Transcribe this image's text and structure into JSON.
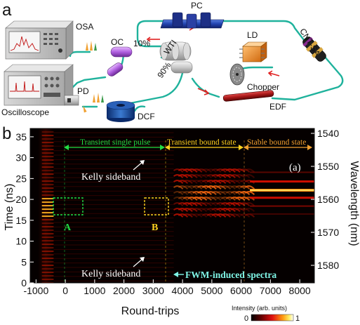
{
  "panels": {
    "a_letter": "a",
    "b_letter": "b"
  },
  "setup": {
    "labels": {
      "osa": "OSA",
      "oscilloscope": "Oscilloscope",
      "pd": "PD",
      "oc": "OC",
      "oc_ratio": "10%",
      "wti": "WTI",
      "wti_ratio": "90%",
      "pc": "PC",
      "cnt_sa": "CNT-SA",
      "ld": "LD",
      "chopper": "Chopper",
      "edf": "EDF",
      "dcf": "DCF"
    }
  },
  "chart_data": {
    "type": "heatmap",
    "panel_label": "(a)",
    "xlabel": "Round-trips",
    "ylabel": "Time (ns)",
    "y2label": "Wavelength (nm)",
    "xlim": [
      -1200,
      8500
    ],
    "ylim": [
      0,
      37
    ],
    "x_ticks": [
      "-1000",
      "0",
      "1000",
      "2000",
      "3000",
      "4000",
      "5000",
      "6000",
      "7000",
      "8000"
    ],
    "y_ticks": [
      "0",
      "5",
      "10",
      "15",
      "20",
      "25",
      "30",
      "35"
    ],
    "y2_ticks": [
      "1540",
      "1550",
      "1560",
      "1570",
      "1580"
    ],
    "colorbar": {
      "title": "Intensity (arb. units)",
      "min_label": "0",
      "max_label": "1"
    },
    "stage_labels": {
      "transient_single": "Transient single pulse",
      "transient_bound": "Transient bound state",
      "stable_bound": "Stable bound state"
    },
    "annotations": {
      "kelly_top": "Kelly sideband",
      "kelly_bottom": "Kelly sideband",
      "fwm": "FWM-induced spectra",
      "box_a": "A",
      "box_b": "B"
    },
    "colors": {
      "green": "#22dd44",
      "yellow": "#ffd21f",
      "orange": "#f0a030",
      "cyan": "#7ff5e6",
      "background": "#050000"
    }
  }
}
